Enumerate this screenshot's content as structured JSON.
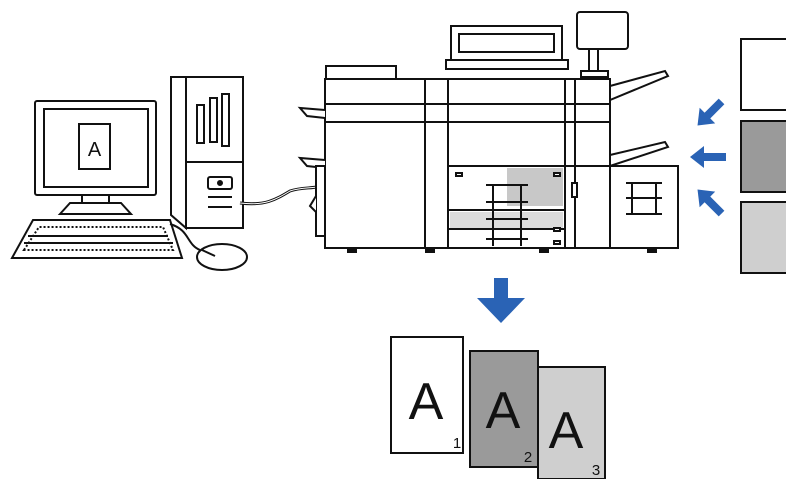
{
  "monitor": {
    "screen_text": "A"
  },
  "output_pages": [
    {
      "letter": "A",
      "number": "1",
      "color": "#ffffff"
    },
    {
      "letter": "A",
      "number": "2",
      "color": "#9a9a9a"
    },
    {
      "letter": "A",
      "number": "3",
      "color": "#cfcfcf"
    }
  ],
  "paper_sources": [
    {
      "color": "#ffffff"
    },
    {
      "color": "#9a9a9a"
    },
    {
      "color": "#cfcfcf"
    }
  ],
  "colors": {
    "arrow": "#2a63b5",
    "line": "#111111",
    "printer_shade": "#c8c8c8"
  }
}
